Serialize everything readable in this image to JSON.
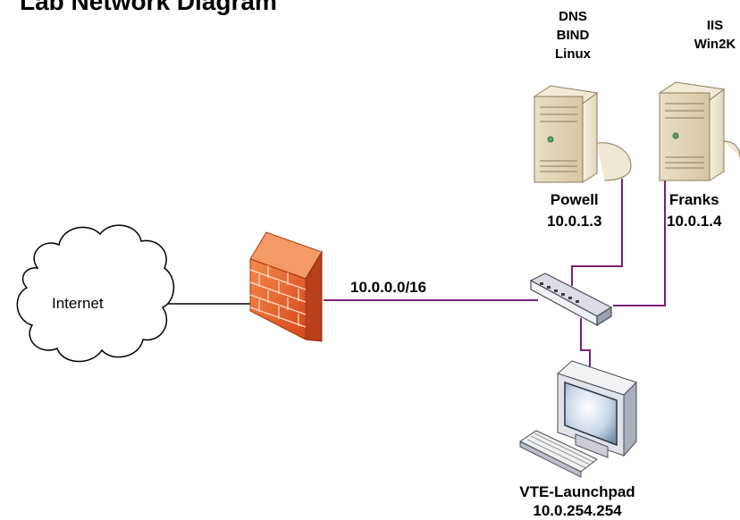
{
  "title": "Lab Network Diagram",
  "internet": {
    "label": "Internet"
  },
  "network": {
    "subnet": "10.0.0.0/16"
  },
  "servers": [
    {
      "os_lines": [
        "DNS",
        "BIND",
        "Linux"
      ],
      "name": "Powell",
      "ip": "10.0.1.3"
    },
    {
      "os_lines": [
        "IIS",
        "Win2K"
      ],
      "name": "Franks",
      "ip": "10.0.1.4"
    }
  ],
  "workstation": {
    "name": "VTE-Launchpad",
    "ip": "10.0.254.254"
  },
  "colors": {
    "link": "#7a1f7a",
    "firewall": "#e2521f",
    "line": "#000000"
  }
}
